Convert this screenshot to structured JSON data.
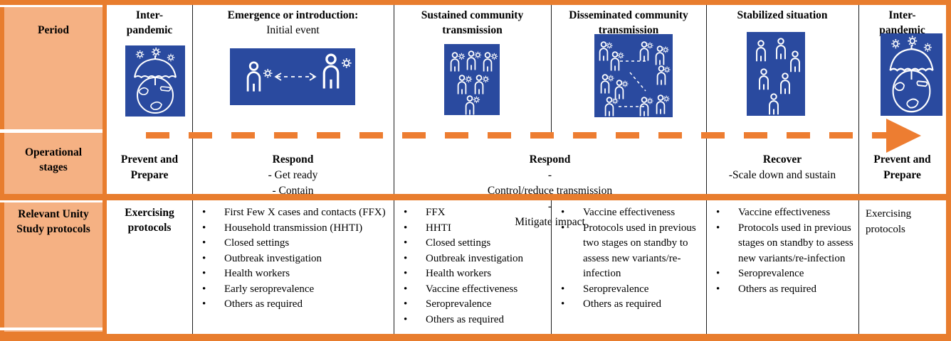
{
  "colors": {
    "border_orange": "#E87D2E",
    "arrow_orange": "#ED7D31",
    "header_fill_orange": "#F5B183",
    "icon_blue": "#2A4A9F",
    "text_black": "#000000"
  },
  "row_headers": {
    "period": "Period",
    "stages_line1": "Operational",
    "stages_line2": "stages",
    "protocols_line1": "Relevant Unity",
    "protocols_line2": "Study protocols"
  },
  "periods": {
    "c1": {
      "line1": "Inter-",
      "line2": "pandemic",
      "icon": "umbrella-globe-icon"
    },
    "c2": {
      "line1": "Emergence or introduction:",
      "line2": "Initial event",
      "icon": "person-to-person-transmission-icon"
    },
    "c3": {
      "line1": "Sustained community",
      "line2": "transmission",
      "icon": "infected-community-cluster-icon"
    },
    "c4": {
      "line1": "Disseminated community",
      "line2": "transmission",
      "icon": "dispersed-infected-groups-icon"
    },
    "c5": {
      "line1": "Stabilized situation",
      "line2": "",
      "icon": "stable-population-icon"
    },
    "c6": {
      "line1": "Inter-",
      "line2": "pandemic",
      "icon": "umbrella-globe-icon"
    }
  },
  "stages": {
    "c1": {
      "line1": "Prevent and",
      "line2": "Prepare"
    },
    "c2": {
      "title": "Respond",
      "item1": "- Get ready",
      "item2": "- Contain"
    },
    "c34": {
      "title": "Respond",
      "dash": "-",
      "item1": "Control/reduce transmission",
      "item2": "Mitigate impact"
    },
    "c5": {
      "title": "Recover",
      "sub": "-Scale down and sustain"
    },
    "c6": {
      "line1": "Prevent and",
      "line2": "Prepare"
    }
  },
  "protocols": {
    "c1": {
      "line1": "Exercising",
      "line2": "protocols"
    },
    "c2": {
      "items": [
        "First Few X cases and contacts (FFX)",
        "Household transmission (HHTI)",
        "Closed settings",
        "Outbreak investigation",
        "Health workers",
        "Early seroprevalence",
        "Others as required"
      ]
    },
    "c3": {
      "items": [
        "FFX",
        "HHTI",
        "Closed settings",
        "Outbreak investigation",
        "Health workers",
        "Vaccine effectiveness",
        "Seroprevalence",
        "Others as required"
      ]
    },
    "c4": {
      "items": [
        "Vaccine effectiveness",
        "Protocols used in previous two stages on standby to assess new variants/re-infection",
        "Seroprevalence",
        "Others as required"
      ]
    },
    "c5": {
      "items": [
        "Vaccine effectiveness",
        "Protocols used in previous stages on standby to assess new variants/re-infection",
        "Seroprevalence",
        "Others as required"
      ]
    },
    "c6": {
      "text": "Exercising protocols"
    }
  }
}
